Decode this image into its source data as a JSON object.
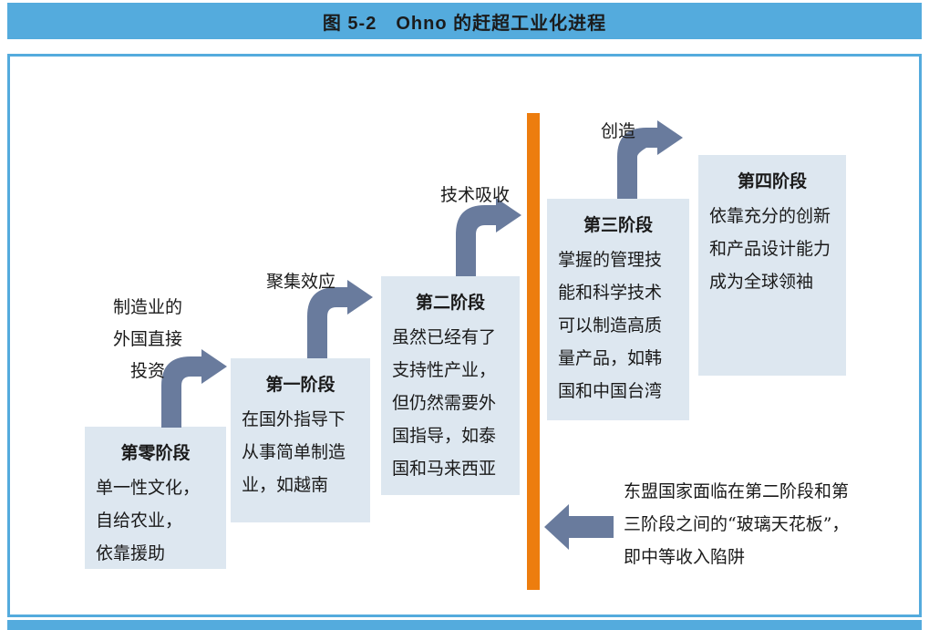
{
  "figure": {
    "title": "图 5-2　Ohno 的赶超工业化进程"
  },
  "colors": {
    "accent_blue": "#54abdd",
    "stage_box_fill": "#dde7f0",
    "arrow_fill": "#697b9d",
    "glass_ceiling_orange": "#ed7d0e",
    "text": "#1a1a1a"
  },
  "diagram": {
    "stages": [
      {
        "title": "第零阶段",
        "body": "单一性文化，\n自给农业，\n依靠援助"
      },
      {
        "title": "第一阶段",
        "body": "在国外指导下\n从事简单制造\n业，如越南"
      },
      {
        "title": "第二阶段",
        "body": "虽然已经有了\n支持性产业，\n但仍然需要外\n国指导，如泰\n国和马来西亚"
      },
      {
        "title": "第三阶段",
        "body": "掌握的管理技\n能和科学技术\n可以制造高质\n量产品，如韩\n国和中国台湾"
      },
      {
        "title": "第四阶段",
        "body": "依靠充分的创新\n和产品设计能力\n成为全球领袖"
      }
    ],
    "arrow_labels": [
      {
        "label": "制造业的\n外国直接\n投资"
      },
      {
        "label": "聚集效应"
      },
      {
        "label": "技术吸收"
      },
      {
        "label": "创造"
      }
    ],
    "glass_ceiling_note": "东盟国家面临在第二阶段和第\n三阶段之间的“玻璃天花板”，\n即中等收入陷阱",
    "icons": {
      "bent_up_arrow": "bent-up-right-arrow-icon",
      "left_arrow": "left-arrow-icon",
      "glass_ceiling_bar": "glass-ceiling-bar"
    }
  }
}
